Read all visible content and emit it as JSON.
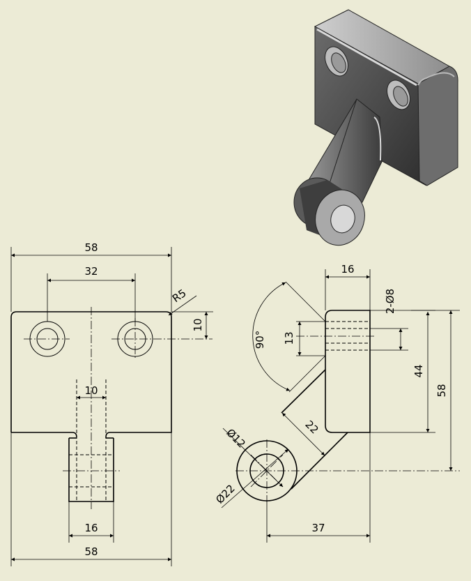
{
  "dimensions": {
    "front_width_top": "58",
    "hole_spacing": "32",
    "corner_radius": "R5",
    "hole_offset": "10",
    "slot_width": "10",
    "boss_width": "16",
    "front_width_bottom": "58",
    "side_thickness": "16",
    "holes_spec": "2-Ø8",
    "angle": "90°",
    "counterbore_depth": "13",
    "hole_spacing_side": "44",
    "overall_height": "58",
    "arm_width": "22",
    "boss_hole_dia": "Ø12",
    "boss_outer_dia": "Ø22",
    "horizontal_offset": "37"
  },
  "colors": {
    "background": "#ecebd6",
    "iso_dark": "#3a3a3a",
    "iso_mid": "#7a7a7a",
    "iso_light": "#bdbdbd"
  }
}
